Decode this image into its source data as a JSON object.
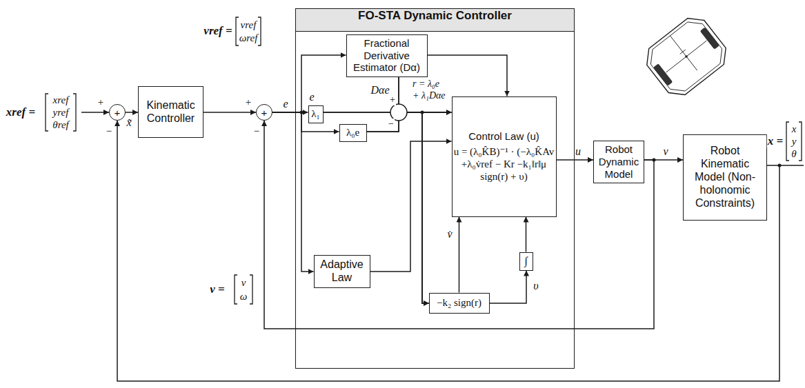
{
  "diagram": {
    "nodes": [
      {
        "text": [
          "+"
        ]
      },
      {
        "text": [
          "Kinematic Controller"
        ]
      },
      {
        "text": [
          "+"
        ]
      },
      {
        "text": [
          "FO-STA Dynamic Controller"
        ]
      },
      {
        "text": [
          "Fractional Derivative Estimator (Dα)"
        ],
        "in": 3
      },
      {
        "text": [
          "λ₁"
        ],
        "in": 3
      },
      {
        "text": [
          "λ₀e"
        ],
        "in": 3
      },
      {
        "text": [
          "Control Law (u)",
          "u = (λ₀K̂B)⁻¹ · (−λ₀K̂Av +λ₀v̇ref − Kr −k₁‖r‖μ sign(r) + υ)"
        ],
        "in": 3
      },
      {
        "text": [
          "Adaptive Law"
        ],
        "in": 3
      },
      {
        "text": [
          "−k₂ sign(r)"
        ],
        "in": 3
      },
      {
        "text": [
          "∫"
        ],
        "in": 3
      },
      {
        "text": [
          "Robot Dynamic Model"
        ]
      },
      {
        "text": [
          "Robot Kinematic Model (Non- holonomic Constraints)"
        ]
      }
    ],
    "edges": [
      {
        "from": 0,
        "to": 1,
        "arrow": "to",
        "label": "x̃"
      },
      {
        "from": 1,
        "to": 2,
        "arrow": "to"
      },
      {
        "from": 2,
        "to": 4,
        "arrow": "to"
      },
      {
        "from": 2,
        "to": 5,
        "arrow": "to",
        "label": "e"
      },
      {
        "from": 2,
        "to": 6,
        "arrow": "to"
      },
      {
        "from": 2,
        "to": 8,
        "arrow": "to"
      },
      {
        "from": 4,
        "to": 7,
        "arrow": "to"
      },
      {
        "from": 4,
        "to": 7,
        "arrow": "to",
        "label": "Dαe"
      },
      {
        "from": 5,
        "to": 7,
        "arrow": "to"
      },
      {
        "from": 6,
        "to": 7,
        "arrow": "to"
      },
      {
        "from": 4,
        "to": 9,
        "arrow": "to"
      },
      {
        "from": 5,
        "to": 9,
        "arrow": "to"
      },
      {
        "from": 6,
        "to": 9,
        "arrow": "to"
      },
      {
        "from": 8,
        "to": 7,
        "arrow": "to"
      },
      {
        "from": 9,
        "to": 7,
        "arrow": "to",
        "label": "v̇"
      },
      {
        "from": 9,
        "to": 10,
        "arrow": "to",
        "label": "υ"
      },
      {
        "from": 10,
        "to": 7,
        "arrow": "to"
      },
      {
        "from": 7,
        "to": 11,
        "arrow": "to",
        "label": "u"
      },
      {
        "from": 11,
        "to": 12,
        "arrow": "to",
        "label": "v"
      },
      {
        "from": 11,
        "to": 2,
        "arrow": "to"
      },
      {
        "from": 12,
        "to": 0,
        "arrow": "to"
      }
    ],
    "labels": [
      "xref =",
      "xref",
      "yref",
      "θref",
      "+",
      "−",
      "vref =",
      "vref",
      "ωref",
      "+",
      "−",
      "e",
      "+",
      "−",
      "r = λ₀e",
      "+ λ₁Dαe",
      "v =",
      "v",
      "ω",
      "x =",
      "x",
      "y",
      "θ"
    ]
  }
}
